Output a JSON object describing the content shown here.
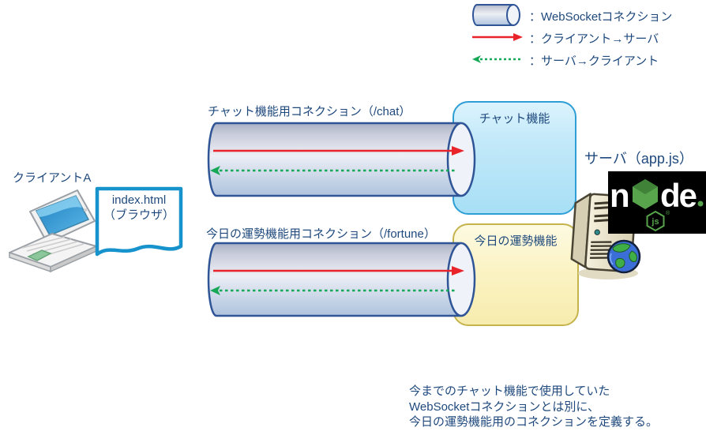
{
  "colors": {
    "text": "#1F497D",
    "red": "#E8232A",
    "green": "#17A857",
    "cylborder": "#2F5597",
    "blueborder": "#2E9FD4",
    "yellowborder": "#C5B44C",
    "docborder": "#1692CC"
  },
  "legend": {
    "items": [
      {
        "icon": "websocket-cylinder-icon",
        "label": "：WebSocketコネクション"
      },
      {
        "icon": "red-solid-arrow-right-icon",
        "label": "：クライアント→サーバ"
      },
      {
        "icon": "green-dotted-arrow-left-icon",
        "label": "：サーバ→クライアント"
      }
    ]
  },
  "client": {
    "label": "クライアントA",
    "document": {
      "line1": "index.html",
      "line2": "（ブラウザ）"
    }
  },
  "connections": [
    {
      "label": "チャット機能用コネクション（/chat）"
    },
    {
      "label": "今日の運勢機能用コネクション（/fortune）"
    }
  ],
  "features": [
    {
      "label": "チャット機能"
    },
    {
      "label": "今日の運勢機能"
    }
  ],
  "server": {
    "label": "サーバ（app.js）",
    "logo_n": "n",
    "logo_de": "de",
    "logo_js": "js"
  },
  "note": {
    "lines": [
      "今までのチャット機能で使用していた",
      "WebSocketコネクションとは別に、",
      "今日の運勢機能用のコネクションを定義する。"
    ]
  }
}
